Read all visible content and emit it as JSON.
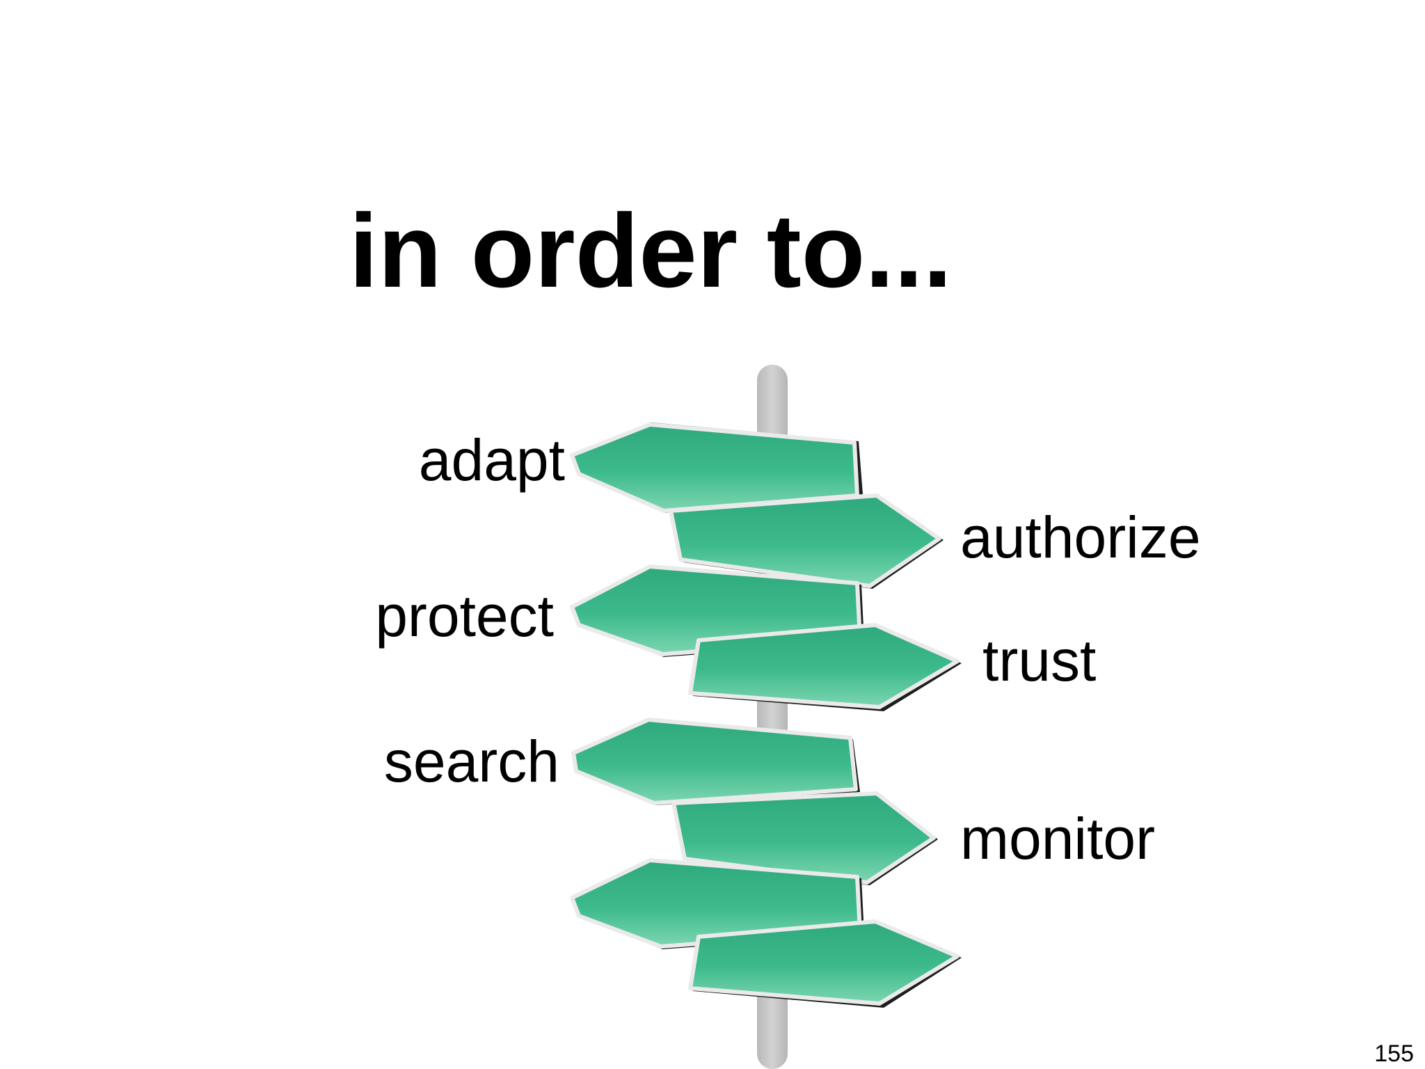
{
  "slide": {
    "title": "in order to...",
    "page_number": "155"
  },
  "signs": {
    "left_labels": [
      "adapt",
      "protect",
      "search"
    ],
    "right_labels": [
      "authorize",
      "trust",
      "monitor"
    ]
  },
  "colors": {
    "sign_green": "#2fa87c",
    "sign_green_light": "#6ccfa6",
    "sign_green_dark": "#1a7f5a",
    "post_gray": "#c8c8c8",
    "text": "#000000",
    "background": "#ffffff"
  },
  "icons": {
    "signpost": "signpost-icon"
  }
}
